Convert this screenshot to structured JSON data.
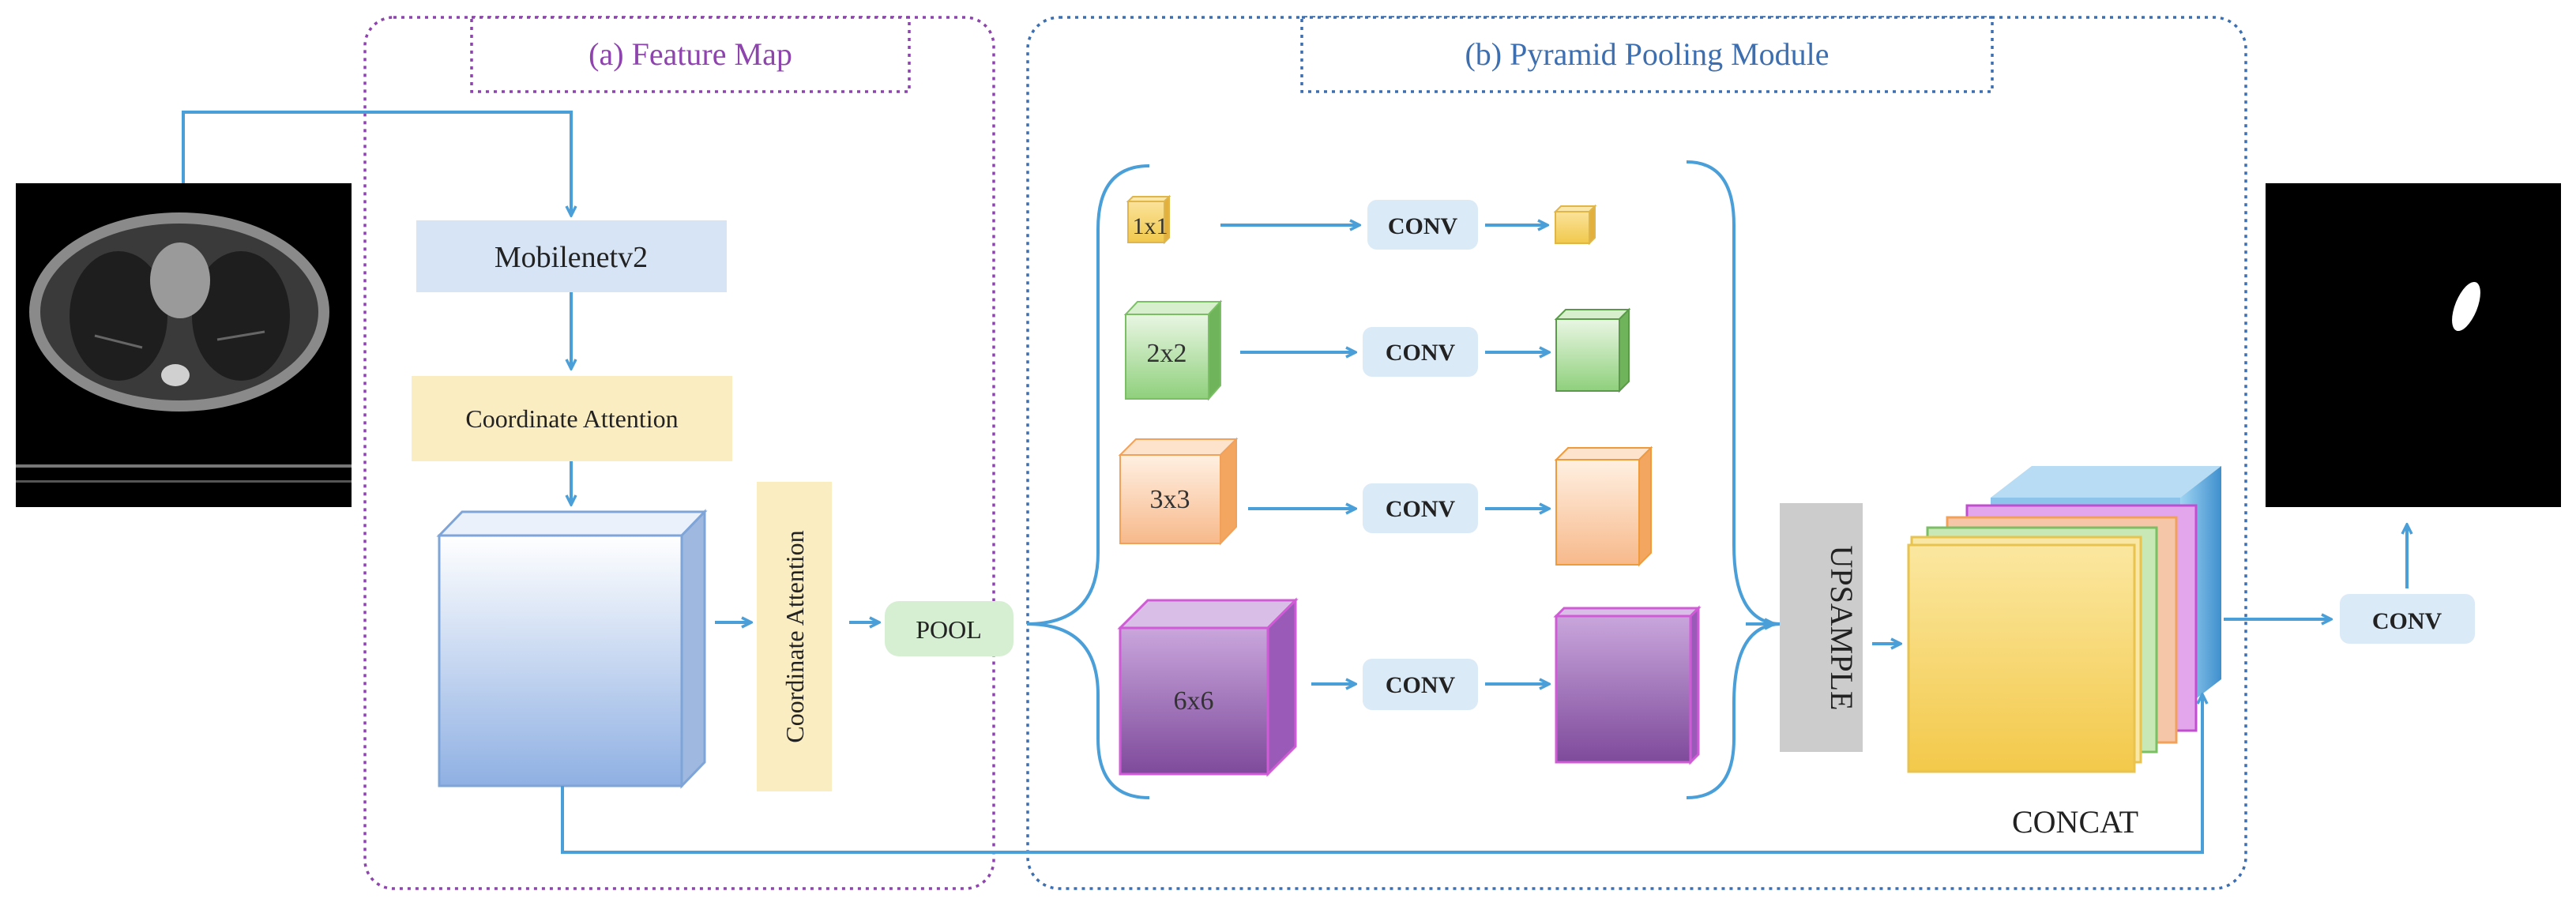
{
  "panels": {
    "feature_map_title": "(a)  Feature Map",
    "ppm_title": "(b)  Pyramid Pooling Module"
  },
  "blocks": {
    "backbone": "Mobilenetv2",
    "ca_horizontal": "Coordinate Attention",
    "ca_vertical": "Coordinate Attention",
    "pool": "POOL",
    "upsample": "UPSAMPLE",
    "concat": "CONCAT",
    "final_conv": "CONV"
  },
  "pyramid": [
    {
      "scale": "1x1",
      "conv": "CONV",
      "color": "#f5c84a"
    },
    {
      "scale": "2x2",
      "conv": "CONV",
      "color": "#7cc26a"
    },
    {
      "scale": "3x3",
      "conv": "CONV",
      "color": "#f2a15a"
    },
    {
      "scale": "6x6",
      "conv": "CONV",
      "color": "#9b59b6"
    }
  ],
  "images": {
    "input": "ct-scan-input",
    "output": "segmentation-mask-output"
  },
  "colors": {
    "arrow": "#4a9fd8",
    "panel_a_border": "#8e44ad",
    "panel_b_border": "#3d6fb0",
    "conv_fill": "#dbeaf7",
    "backbone_fill": "#d6e4f5",
    "attention_fill": "#fbedc2",
    "pool_fill": "#d6efd3",
    "upsample_fill": "#cccccc"
  }
}
